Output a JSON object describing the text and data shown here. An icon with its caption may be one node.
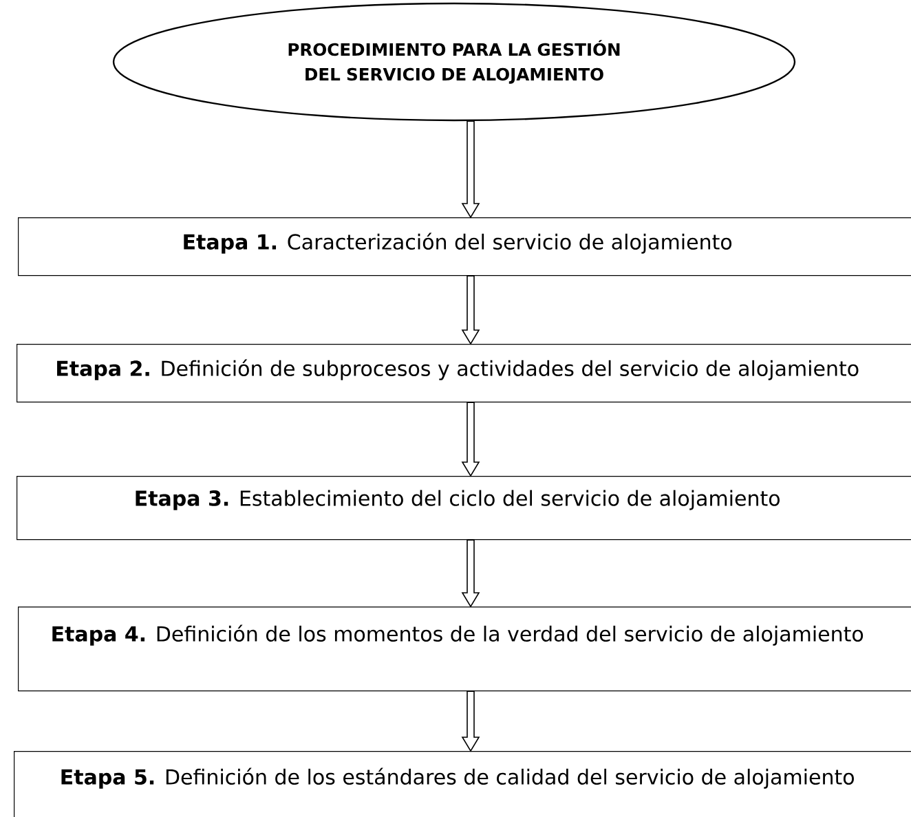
{
  "diagram": {
    "nodes": [
      {
        "text": [
          "PROCEDIMIENTO PARA LA GESTIÓN DEL SERVICIO DE ALOJAMIENTO"
        ]
      },
      {
        "text": [
          "**Etapa 1.** Caracterización del servicio de alojamiento"
        ]
      },
      {
        "text": [
          "**Etapa 2.** Definición de subprocesos y actividades del servicio de alojamiento"
        ]
      },
      {
        "text": [
          "**Etapa 3.** Establecimiento del ciclo del servicio de alojamiento"
        ]
      },
      {
        "text": [
          "**Etapa 4.** Definición de los momentos de la verdad del servicio de alojamiento"
        ]
      },
      {
        "text": [
          "**Etapa 5.** Definición de los estándares de calidad del servicio de alojamiento"
        ]
      }
    ],
    "edges": [
      {
        "from": 0,
        "to": 1,
        "arrow": "to"
      },
      {
        "from": 1,
        "to": 2,
        "arrow": "to"
      },
      {
        "from": 2,
        "to": 3,
        "arrow": "to"
      },
      {
        "from": 3,
        "to": 4,
        "arrow": "to"
      },
      {
        "from": 4,
        "to": 5,
        "arrow": "to"
      }
    ]
  }
}
